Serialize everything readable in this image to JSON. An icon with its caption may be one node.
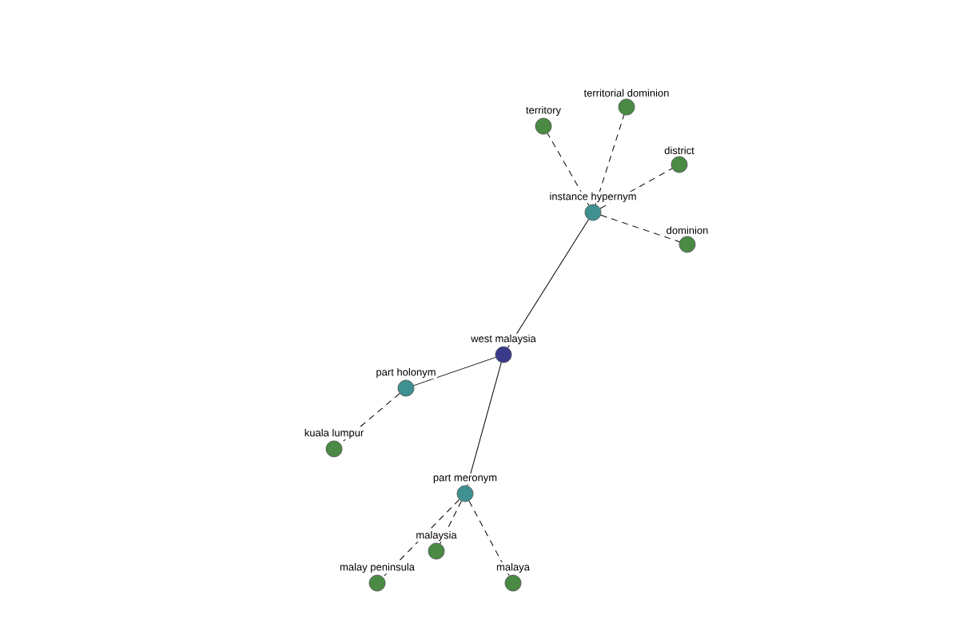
{
  "diagram": {
    "nodes": [
      {
        "text": [
          "west malaysia"
        ]
      },
      {
        "text": [
          "instance hypernym"
        ]
      },
      {
        "text": [
          "part holonym"
        ]
      },
      {
        "text": [
          "part meronym"
        ]
      },
      {
        "text": [
          "territory"
        ]
      },
      {
        "text": [
          "territorial dominion"
        ]
      },
      {
        "text": [
          "district"
        ]
      },
      {
        "text": [
          "dominion"
        ]
      },
      {
        "text": [
          "kuala lumpur"
        ]
      },
      {
        "text": [
          "malaysia"
        ]
      },
      {
        "text": [
          "malay peninsula"
        ]
      },
      {
        "text": [
          "malaya"
        ]
      }
    ],
    "edges": [
      {
        "from": 0,
        "to": 1,
        "arrow": "none"
      },
      {
        "from": 0,
        "to": 2,
        "arrow": "none"
      },
      {
        "from": 0,
        "to": 3,
        "arrow": "none"
      },
      {
        "from": 1,
        "to": 4,
        "arrow": "none",
        "style": "dashed"
      },
      {
        "from": 1,
        "to": 5,
        "arrow": "none",
        "style": "dashed"
      },
      {
        "from": 1,
        "to": 6,
        "arrow": "none",
        "style": "dashed"
      },
      {
        "from": 1,
        "to": 7,
        "arrow": "none",
        "style": "dashed"
      },
      {
        "from": 2,
        "to": 8,
        "arrow": "none",
        "style": "dashed"
      },
      {
        "from": 3,
        "to": 9,
        "arrow": "none",
        "style": "dashed"
      },
      {
        "from": 3,
        "to": 10,
        "arrow": "none",
        "style": "dashed"
      },
      {
        "from": 3,
        "to": 11,
        "arrow": "none",
        "style": "dashed"
      }
    ]
  }
}
